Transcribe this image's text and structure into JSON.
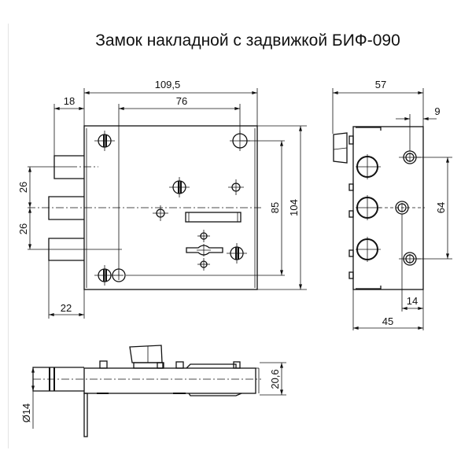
{
  "title": "Замок накладной с задвижкой БИФ-090",
  "front_view": {
    "dims": {
      "overall_width": "109,5",
      "hole_spacing_h": "76",
      "bolt_throw": "18",
      "bolt_length": "22",
      "bolt_pitch_top": "26",
      "bolt_pitch_bottom": "26",
      "hole_spacing_v": "85",
      "overall_height": "104"
    }
  },
  "side_view": {
    "dims": {
      "overall_depth": "57",
      "hole_offset": "9",
      "hole_spacing": "64",
      "center_offset": "14",
      "body_depth": "45"
    }
  },
  "bottom_view": {
    "dims": {
      "body_thickness": "20,6",
      "bolt_diameter": "Ø14"
    }
  }
}
